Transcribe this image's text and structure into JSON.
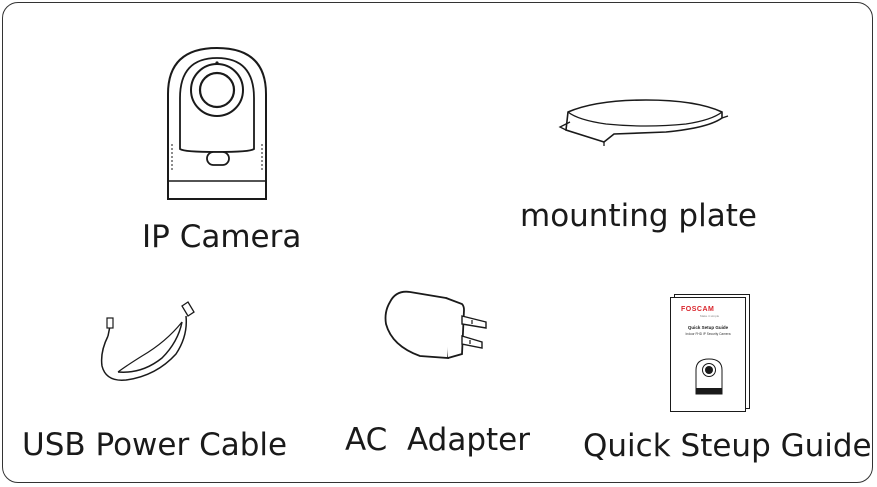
{
  "items": {
    "camera": {
      "label": "IP Camera",
      "icon": "ip-camera-icon"
    },
    "plate": {
      "label": "mounting plate",
      "icon": "mounting-plate-icon"
    },
    "cable": {
      "label": "USB Power Cable",
      "icon": "usb-cable-icon"
    },
    "adapter": {
      "label": "AC  Adapter",
      "icon": "power-adapter-icon"
    },
    "guide": {
      "label": "Quick Steup Guide",
      "icon": "booklet-icon",
      "brand": "FOSCAM",
      "tagline": "Make it simple",
      "title": "Quick Setup Guide",
      "subtitle": "Indoor FHD IP Security Camera"
    }
  },
  "colors": {
    "line": "#1a1a1a",
    "brand": "#d9242b"
  }
}
